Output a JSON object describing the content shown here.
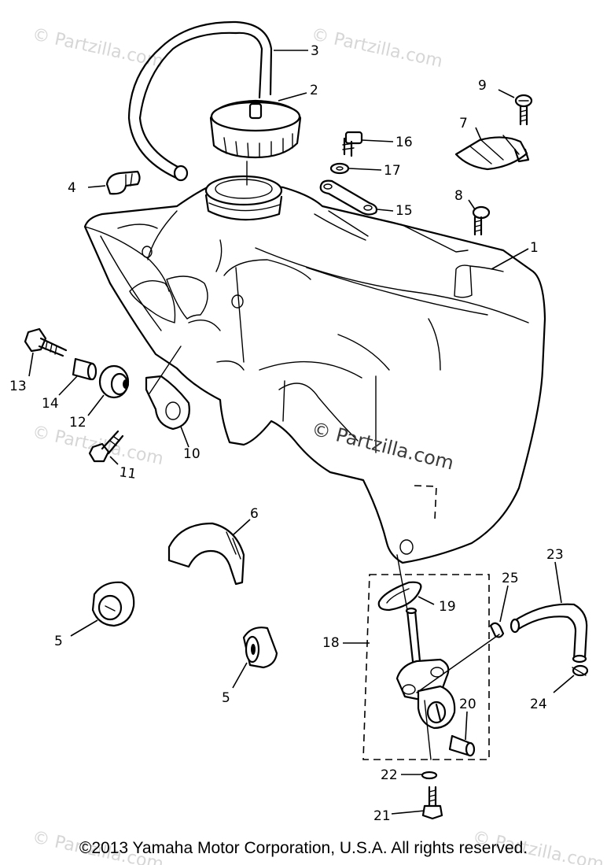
{
  "callouts": [
    "1",
    "2",
    "3",
    "4",
    "5",
    "5",
    "6",
    "7",
    "8",
    "9",
    "10",
    "11",
    "12",
    "13",
    "14",
    "15",
    "16",
    "17",
    "18",
    "19",
    "20",
    "21",
    "22",
    "23",
    "24",
    "25"
  ],
  "watermark": "© Partzilla.com",
  "copyright": "©2013  Yamaha Motor Corporation, U.S.A. All rights reserved."
}
